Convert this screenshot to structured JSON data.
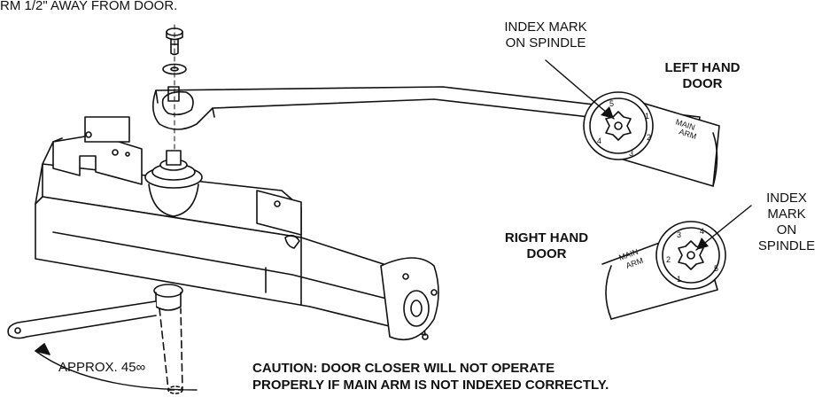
{
  "top_fragment": "RM 1/2\" AWAY FROM DOOR.",
  "angle_label": "APPROX. 45∞",
  "caution": {
    "line1": "CAUTION: DOOR CLOSER WILL NOT OPERATE",
    "line2": "PROPERLY IF MAIN ARM IS NOT INDEXED CORRECTLY."
  },
  "left_hand": {
    "title_line1": "LEFT HAND",
    "title_line2": "DOOR",
    "index_line1": "INDEX MARK",
    "index_line2": "ON SPINDLE",
    "arm_line1": "MAIN",
    "arm_line2": "ARM",
    "numbers": [
      "5",
      "1",
      "2",
      "3",
      "4"
    ]
  },
  "right_hand": {
    "title_line1": "RIGHT HAND",
    "title_line2": "DOOR",
    "index_line1": "INDEX",
    "index_line2": "MARK",
    "index_line3": "ON",
    "index_line4": "SPINDLE",
    "arm_line1": "MAIN",
    "arm_line2": "ARM",
    "numbers": [
      "3",
      "4",
      "5",
      "1",
      "2"
    ]
  }
}
